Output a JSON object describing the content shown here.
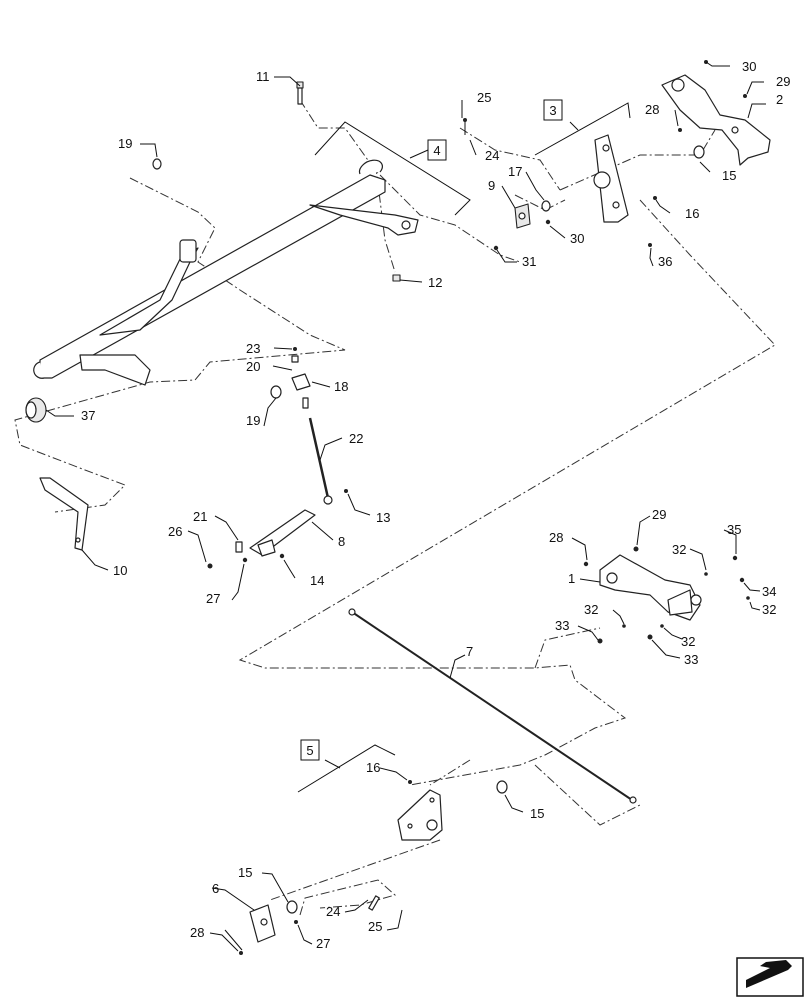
{
  "diagram": {
    "kind": "exploded-parts-view",
    "callouts": [
      "11",
      "25",
      "24",
      "4",
      "3",
      "30",
      "29",
      "2",
      "28",
      "15",
      "19",
      "9",
      "17",
      "30",
      "16",
      "31",
      "36",
      "12",
      "37",
      "23",
      "20",
      "18",
      "19",
      "22",
      "13",
      "10",
      "21",
      "26",
      "8",
      "27",
      "14",
      "28",
      "29",
      "35",
      "32",
      "34",
      "1",
      "32",
      "33",
      "32",
      "33",
      "7",
      "5",
      "16",
      "15",
      "15",
      "6",
      "28",
      "27",
      "24",
      "25"
    ],
    "reference_boxes": [
      "4",
      "3",
      "5"
    ],
    "icons": [
      "nav-arrow-icon"
    ]
  }
}
